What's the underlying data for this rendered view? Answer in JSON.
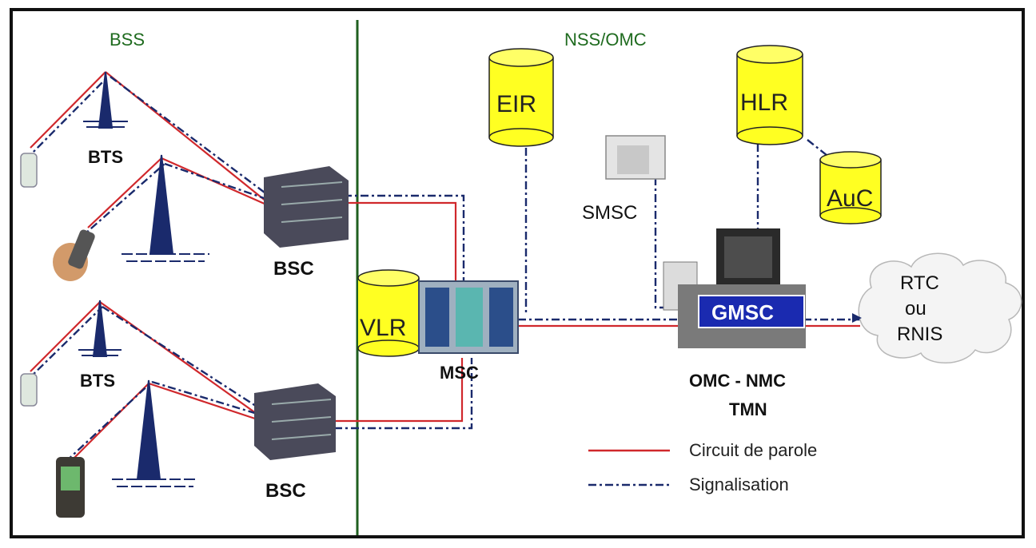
{
  "sections": {
    "bss": "BSS",
    "nss": "NSS/OMC"
  },
  "labels": {
    "bts_top": "BTS",
    "bts_bottom": "BTS",
    "bsc_top": "BSC",
    "bsc_bottom": "BSC",
    "msc": "MSC",
    "smsc": "SMSC",
    "omc_line1": "OMC - NMC",
    "omc_line2": "TMN",
    "cloud_line1": "RTC",
    "cloud_line2": "ou",
    "cloud_line3": "RNIS"
  },
  "databases": {
    "eir": "EIR",
    "hlr": "HLR",
    "auc": "AuC",
    "vlr": "VLR"
  },
  "gmsc": "GMSC",
  "legend": {
    "voice": "Circuit de parole",
    "signal": "Signalisation"
  },
  "colors": {
    "voice": "#d0282c",
    "signal": "#1a2a6c",
    "divider": "#1f5f1f",
    "db_fill": "#ffff22"
  }
}
